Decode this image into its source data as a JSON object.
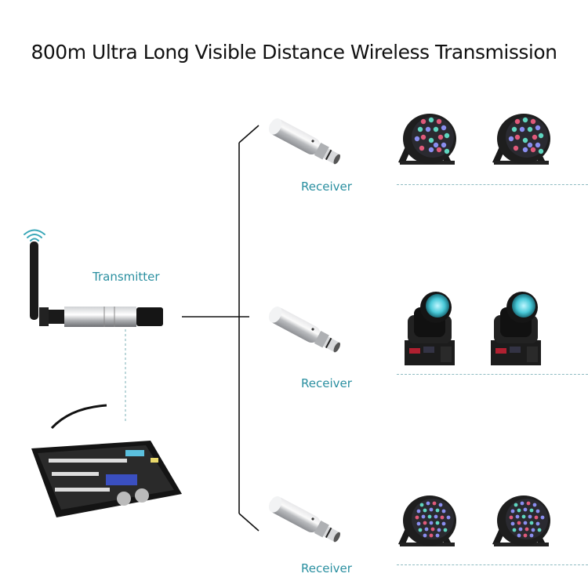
{
  "title": "800m Ultra Long Visible Distance Wireless Transmission",
  "transmitter": {
    "label": "Transmitter"
  },
  "receivers": [
    {
      "label": "Receiver",
      "fixture": "18-LED RGB par light",
      "count": 2
    },
    {
      "label": "Receiver",
      "fixture": "moving head beam light",
      "count": 2
    },
    {
      "label": "Receiver",
      "fixture": "36-LED RGB par light",
      "count": 2
    }
  ],
  "console": {
    "name": "DMX lighting console"
  },
  "colors": {
    "label": "#2a8fa0",
    "line": "#111111",
    "dashed": "#8fbcc2",
    "wifi": "#3aa7b8"
  }
}
